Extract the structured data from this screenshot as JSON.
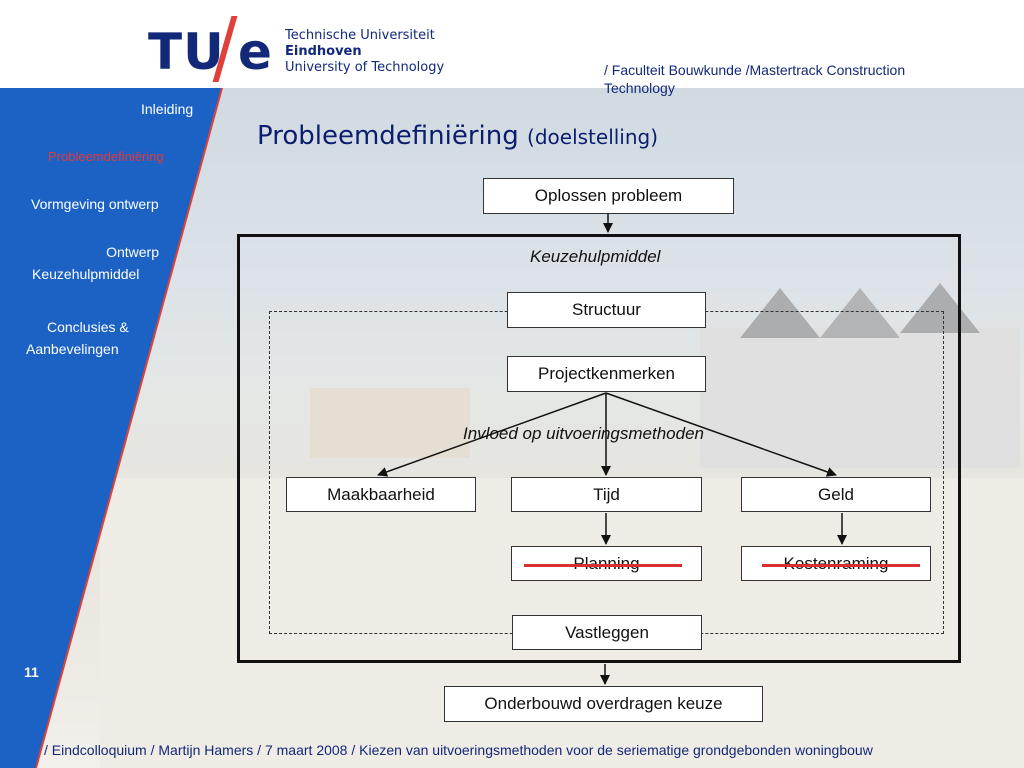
{
  "header": {
    "logo_tu": "TU",
    "logo_e": "e",
    "university_line1": "Technische Universiteit",
    "university_line2": "Eindhoven",
    "university_line3": "University of Technology",
    "faculty_line1": "/ Faculteit Bouwkunde /Mastertrack Construction",
    "faculty_line2": "Technology"
  },
  "sidebar": {
    "items": [
      {
        "label": "Inleiding"
      },
      {
        "label": "Probleemdefiniëring"
      },
      {
        "label": "Vormgeving ontwerp"
      },
      {
        "label_line1": "Ontwerp",
        "label_line2": "Keuzehulpmiddel"
      },
      {
        "label_line1": "Conclusies &",
        "label_line2": "Aanbevelingen"
      }
    ],
    "page_number": "11"
  },
  "slide": {
    "title": "Probleemdefiniëring",
    "title_sub": "(doelstelling)",
    "diagram": {
      "top_box": "Oplossen probleem",
      "frame_label": "Keuzehulpmiddel",
      "structuur": "Structuur",
      "projectkenmerken": "Projectkenmerken",
      "invloed": "Invloed op uitvoeringsmethoden",
      "maakbaarheid": "Maakbaarheid",
      "tijd": "Tijd",
      "geld": "Geld",
      "planning": "Planning",
      "kostenraming": "Kostenraming",
      "vastleggen": "Vastleggen",
      "bottom_box": "Onderbouwd overdragen keuze"
    }
  },
  "footer": {
    "text": "/ Eindcolloquium / Martijn Hamers / 7 maart 2008 / Kiezen van uitvoeringsmethoden  voor de seriematige grondgebonden woningbouw"
  },
  "colors": {
    "brand_blue": "#12297a",
    "sidebar_blue": "#1b62c4",
    "active_red": "#e03a3a",
    "strike_red": "#d83030"
  }
}
